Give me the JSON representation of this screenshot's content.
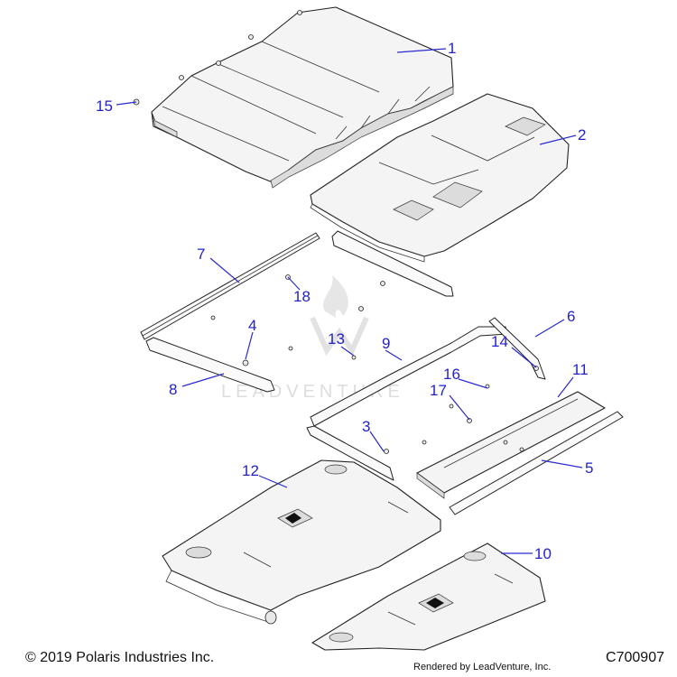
{
  "callouts": {
    "c1": "1",
    "c2": "2",
    "c3": "3",
    "c4": "4",
    "c5": "5",
    "c6": "6",
    "c7": "7",
    "c8": "8",
    "c9": "9",
    "c10": "10",
    "c11": "11",
    "c12": "12",
    "c13": "13",
    "c14": "14",
    "c15": "15",
    "c16": "16",
    "c17": "17",
    "c18": "18"
  },
  "watermark": "LEADVENTURE",
  "footer": {
    "copyright": "© 2019 Polaris Industries Inc.",
    "figure_code": "C700907",
    "rendered_by": "Rendered by LeadVenture, Inc."
  },
  "colors": {
    "callout": "#2222c8",
    "line": "#222222",
    "part_fill": "#f4f4f4"
  }
}
